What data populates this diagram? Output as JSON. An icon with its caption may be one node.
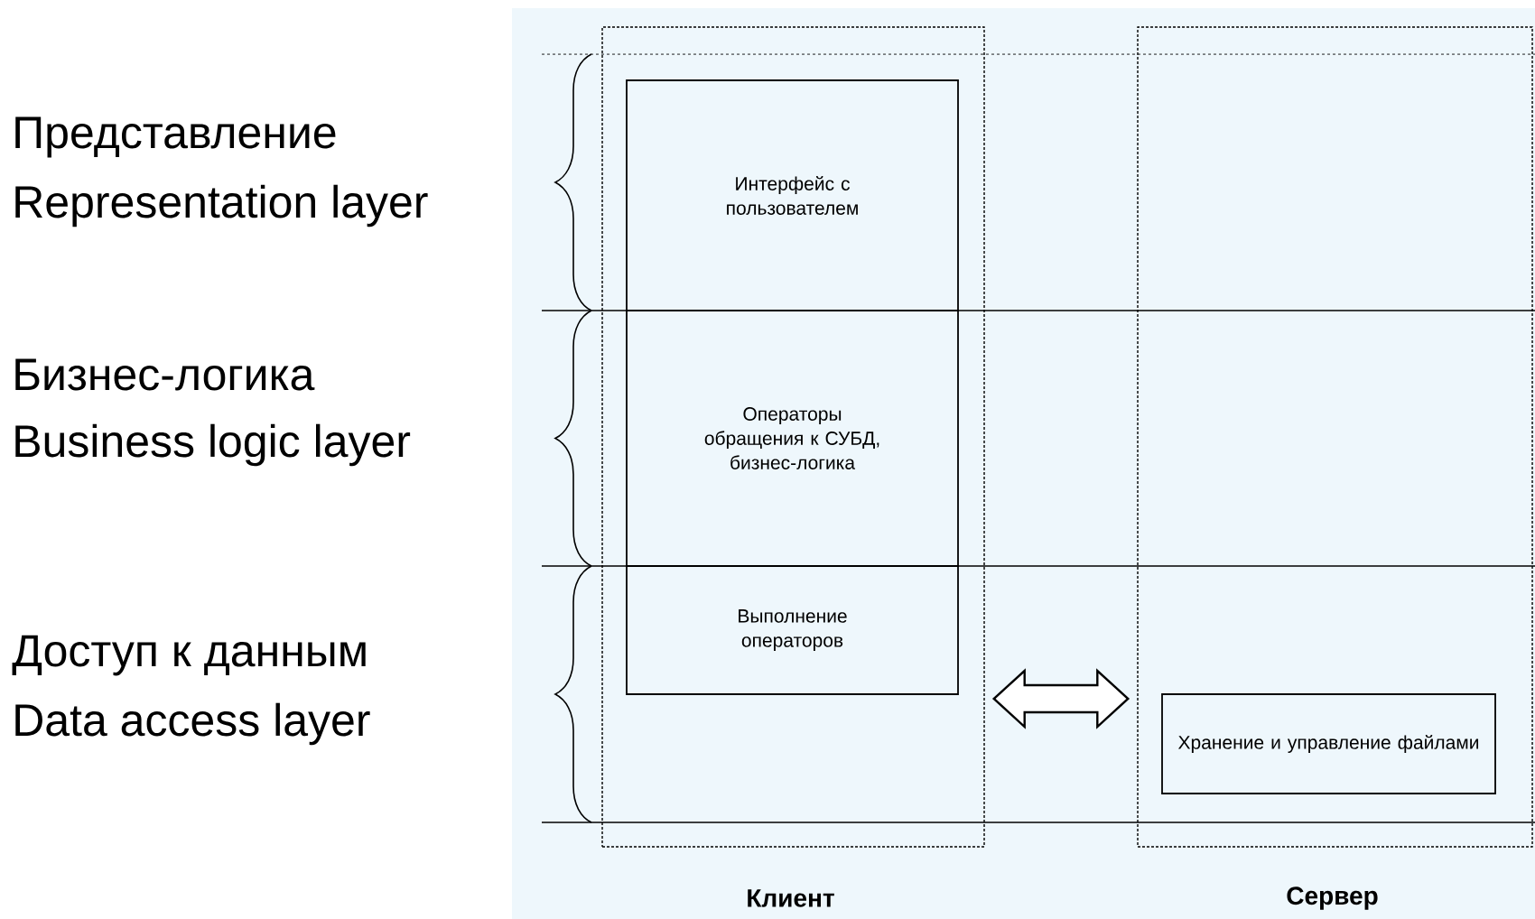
{
  "diagram": {
    "nodes": [
      {
        "text": [
          "Клиент"
        ]
      },
      {
        "text": [
          "Интерфейс с пользователем"
        ],
        "in": 0
      },
      {
        "text": [
          "Операторы обращения к СУБД, бизнес-логика"
        ],
        "in": 0
      },
      {
        "text": [
          "Выполнение операторов"
        ],
        "in": 0
      },
      {
        "text": [
          "Сервер"
        ]
      },
      {
        "text": [
          "Хранение и управление файлами"
        ],
        "in": 4
      }
    ],
    "edges": [
      {
        "from": 0,
        "to": 4,
        "arrow": "both",
        "style": "thick"
      }
    ],
    "labels": [
      "Представление",
      "Representation layer",
      "Бизнес-логика",
      "Business logic layer",
      "Доступ к данным",
      "Data access layer"
    ]
  }
}
